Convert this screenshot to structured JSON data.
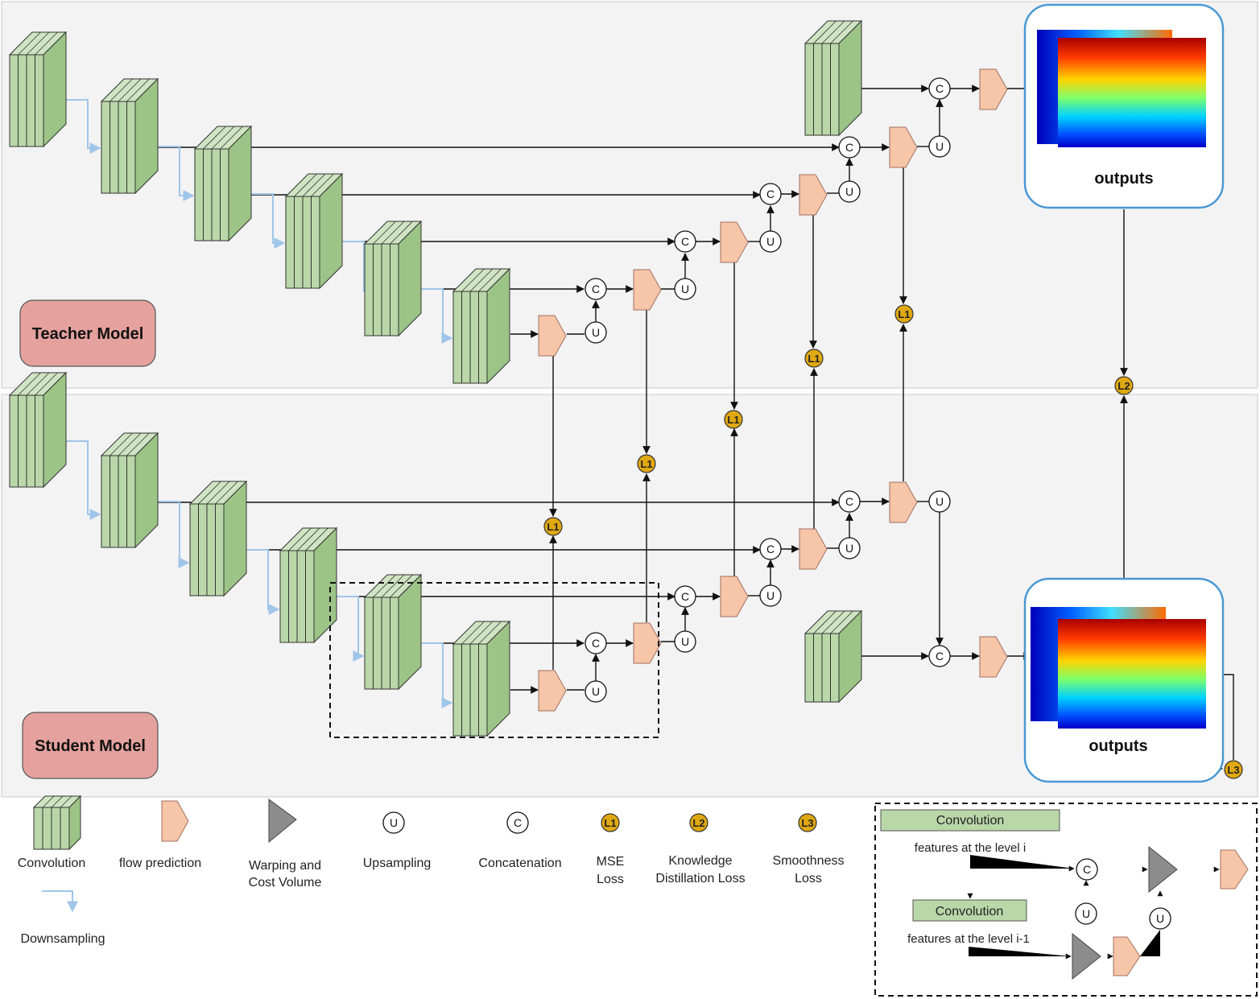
{
  "teacher": {
    "label": "Teacher Model",
    "outputs_label": "outputs"
  },
  "student": {
    "label": "Student Model",
    "outputs_label": "outputs"
  },
  "symbols": {
    "u": "U",
    "c": "C",
    "l1": "L1",
    "l2": "L2",
    "l3": "L3"
  },
  "legend": {
    "convolution": "Convolution",
    "flow_prediction": "flow prediction",
    "warping_line1": "Warping and",
    "warping_line2": "Cost Volume",
    "upsampling": "Upsampling",
    "concatenation": "Concatenation",
    "mse_line1": "MSE",
    "mse_line2": "Loss",
    "kd_line1": "Knowledge",
    "kd_line2": "Distillation Loss",
    "smooth_line1": "Smoothness",
    "smooth_line2": "Loss",
    "downsampling": "Downsampling"
  },
  "inset": {
    "conv_top": "Convolution",
    "features_i": "features at the level i",
    "conv_bottom": "Convolution",
    "features_i1": "features at the level i-1"
  },
  "colors": {
    "panel": "#f3f3f3",
    "conv_fill": "#b9d7a8",
    "flow_fill": "#f7c5a7",
    "loss_fill": "#e0a811",
    "model_label_fill": "#e4a19d",
    "output_border": "#4a98d3",
    "downsample_arrow": "#9fc5e8",
    "warp_fill": "#8c8c8c"
  }
}
